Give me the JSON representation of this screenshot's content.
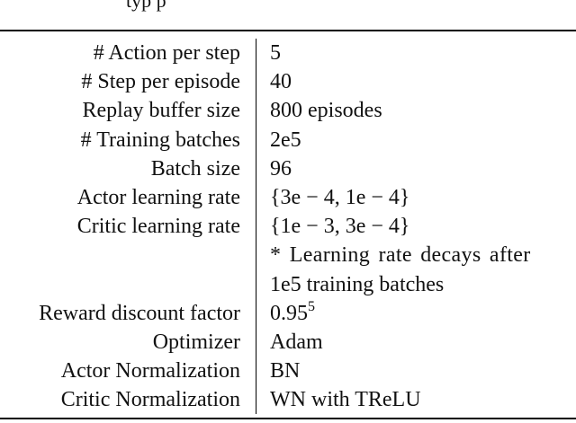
{
  "caption_fragment": "typ  p",
  "rows": [
    {
      "label": "# Action per step",
      "value": "5"
    },
    {
      "label": "# Step per episode",
      "value": "40"
    },
    {
      "label": "Replay buffer size",
      "value": "800 episodes"
    },
    {
      "label": "# Training batches",
      "value": "2e5"
    },
    {
      "label": "Batch size",
      "value": "96"
    },
    {
      "label": "Actor learning rate",
      "value": "{3e − 4, 1e − 4}"
    },
    {
      "label": "Critic learning rate",
      "value": "{1e − 3, 3e − 4}"
    },
    {
      "label": "",
      "value": "* Learning rate decays after"
    },
    {
      "label": "",
      "value": "1e5 training batches"
    },
    {
      "label": "Reward discount factor",
      "value": "0.95",
      "superscript": "5"
    },
    {
      "label": "Optimizer",
      "value": "Adam"
    },
    {
      "label": "Actor Normalization",
      "value": "BN"
    },
    {
      "label": "Critic Normalization",
      "value": "WN with TReLU"
    }
  ]
}
